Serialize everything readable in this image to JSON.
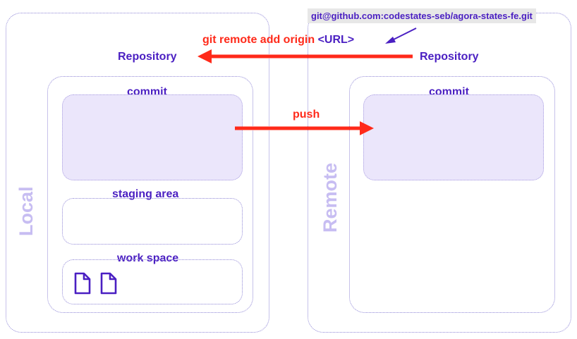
{
  "url": "git@github.com:codestates-seb/agora-states-fe.git",
  "remote_add_command": "git remote add origin",
  "url_placeholder": "<URL>",
  "local": {
    "side_label": "Local",
    "repository_label": "Repository",
    "commit_label": "commit",
    "staging_label": "staging area",
    "workspace_label": "work space",
    "file_icons": [
      "file-icon",
      "file-icon"
    ]
  },
  "remote": {
    "side_label": "Remote",
    "repository_label": "Repository",
    "commit_label": "commit"
  },
  "push_label": "push",
  "colors": {
    "label": "#4a1fc2",
    "arrow": "#ff2a1a",
    "side_label": "#c7bdf2",
    "commit_fill": "#ebe6fb",
    "border": "#8f86d6",
    "url_bg": "#e7e7e7"
  }
}
